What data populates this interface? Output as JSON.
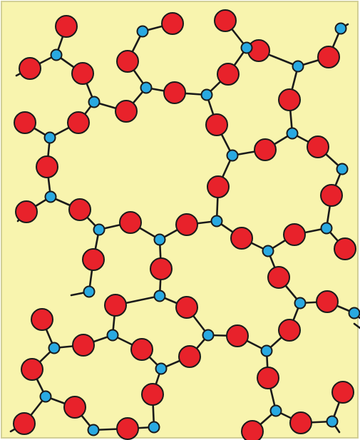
{
  "diagram": {
    "kind": "two-dimensional network of linked atoms",
    "colors": {
      "background": "#f8f4ae",
      "frame": "#d2cf96",
      "bond": "#1a1a1a",
      "large_atom": "#e8222b",
      "small_atom": "#29a9e1",
      "outline": "#1a1a1a"
    },
    "atom_types": {
      "large_atom": {
        "color": "red"
      },
      "small_atom": {
        "color": "blue"
      }
    }
  }
}
